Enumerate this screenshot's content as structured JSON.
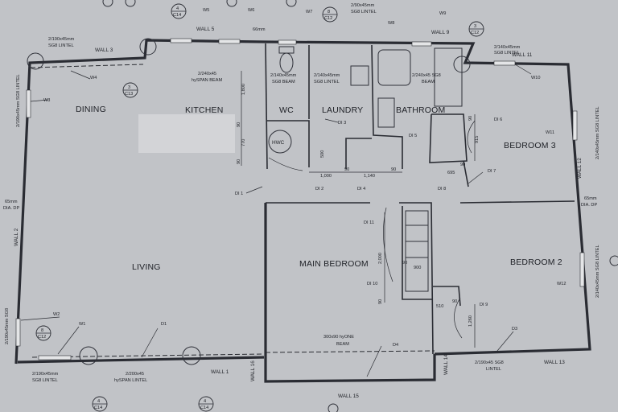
{
  "rooms": {
    "dining": "DINING",
    "kitchen": "KITCHEN",
    "living": "LIVING",
    "wc": "WC",
    "laundry": "LAUNDRY",
    "bathroom": "BATHROOM",
    "bedroom3": "BEDROOM 3",
    "main_bedroom": "MAIN BEDROOM",
    "bedroom2": "BEDROOM 2",
    "hwc": "HWC"
  },
  "walls": {
    "wall1": "WALL 1",
    "wall2": "WALL 2",
    "wall3": "WALL 3",
    "wall5": "WALL 5",
    "wall9": "WALL 9",
    "wall11": "WALL 11",
    "wall12": "WALL 12",
    "wall13": "WALL 13",
    "wall14": "WALL 14",
    "wall15": "WALL 15",
    "wall16": "WALL 16"
  },
  "lintels": {
    "nw_1": "2/190x45mm",
    "nw_2": "SG8 LINTEL",
    "w_vert": "2/190x45mm SG8 LINTEL",
    "kitchen_beam_1": "2/240x45",
    "kitchen_beam_2": "hySPAN BEAM",
    "wc_beam_1": "2/140x45mm",
    "wc_beam_2": "SG8 BEAM",
    "laundry_lintel_1": "2/140x45mm",
    "laundry_lintel_2": "SG8 LINTEL",
    "bath_beam_1": "2/240x45 SG8",
    "bath_beam_2": "BEAM",
    "top_lintel_1": "2/90x45mm",
    "top_lintel_2": "SG8 LINTEL",
    "ne_lintel_1": "2/140x45mm",
    "ne_lintel_2": "SG8 LINTEL",
    "e_vert_upper": "2/140x45mm SG8 LINTEL",
    "e_vert_lower": "2/140x45mm SG8 LINTEL",
    "sw_vert": "2/190x45mm SG8",
    "s_lintel_1": "2/190x45mm",
    "s_lintel_2": "SG8 LINTEL",
    "s_hyspan_1": "2/200x45",
    "s_hyspan_2": "hySPAN LINTEL",
    "se_lintel_1": "2/190x45 SG8",
    "se_lintel_2": "LINTEL",
    "main_beam_1": "300x90 hyONE",
    "main_beam_2": "BEAM",
    "vert_wall4": "66mm"
  },
  "windows": [
    "W1",
    "W2",
    "W3",
    "W4",
    "W5",
    "W6",
    "W7",
    "W8",
    "W9",
    "W10",
    "W11",
    "W12"
  ],
  "doors": [
    "D1",
    "D3",
    "D4",
    "DI 1",
    "DI 2",
    "DI 3",
    "DI 4",
    "DI 5",
    "DI 6",
    "DI 7",
    "DI 8",
    "DI 9",
    "DI 10",
    "DI 11"
  ],
  "downpipes": {
    "left_1": "65mm",
    "left_2": "DIA. DP",
    "right_1": "65mm",
    "right_2": "DIA. DP"
  },
  "dimensions": {
    "d1800": "1,800",
    "d770": "770",
    "d90a": "90",
    "d90b": "90",
    "d500": "500",
    "d1000": "1,000",
    "d1140": "1,140",
    "d90c": "90",
    "d90d": "90",
    "d90e": "90",
    "d695": "695",
    "d915": "915",
    "d90f": "90",
    "d2000": "2,000",
    "d900": "900",
    "d90g": "90",
    "d90h": "90",
    "d510": "510",
    "d90i": "90",
    "d1260": "1,260"
  },
  "section_marks": {
    "a1": "4",
    "a1s": "C14",
    "a2": "8",
    "a2s": "C12",
    "a3": "3",
    "a3s": "C13",
    "a4": "8",
    "a4s": "C12",
    "a5": "4",
    "a5s": "C14",
    "a6": "4",
    "a6s": "C14",
    "a7": "3",
    "a7s": "C12"
  }
}
